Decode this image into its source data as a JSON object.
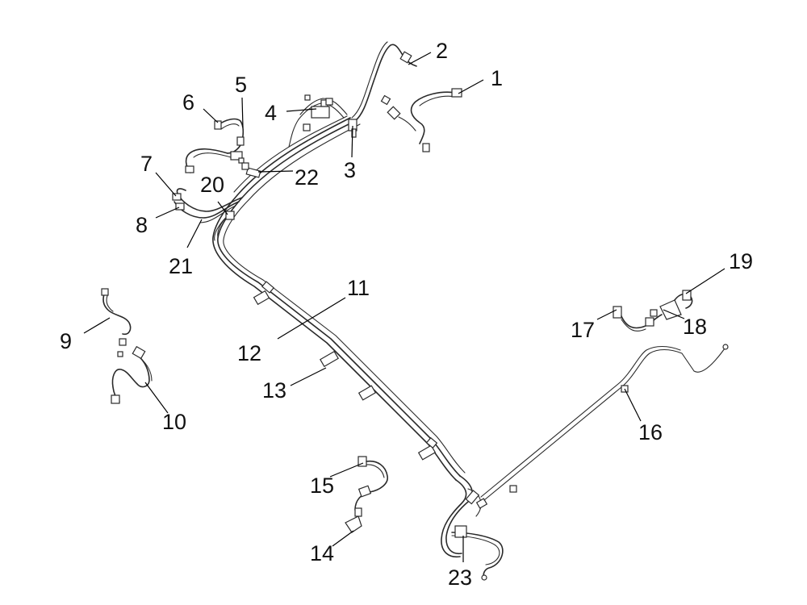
{
  "callouts": [
    {
      "id": "1",
      "label": "1"
    },
    {
      "id": "2",
      "label": "2"
    },
    {
      "id": "3",
      "label": "3"
    },
    {
      "id": "4",
      "label": "4"
    },
    {
      "id": "5",
      "label": "5"
    },
    {
      "id": "6",
      "label": "6"
    },
    {
      "id": "7",
      "label": "7"
    },
    {
      "id": "8",
      "label": "8"
    },
    {
      "id": "9",
      "label": "9"
    },
    {
      "id": "10",
      "label": "10"
    },
    {
      "id": "11",
      "label": "11"
    },
    {
      "id": "12",
      "label": "12"
    },
    {
      "id": "13",
      "label": "13"
    },
    {
      "id": "14",
      "label": "14"
    },
    {
      "id": "15",
      "label": "15"
    },
    {
      "id": "16",
      "label": "16"
    },
    {
      "id": "17",
      "label": "17"
    },
    {
      "id": "18",
      "label": "18"
    },
    {
      "id": "19",
      "label": "19"
    },
    {
      "id": "20",
      "label": "20"
    },
    {
      "id": "21",
      "label": "21"
    },
    {
      "id": "22",
      "label": "22"
    },
    {
      "id": "23",
      "label": "23"
    }
  ],
  "colors": {
    "ink": "#2a2a2a",
    "background": "#ffffff"
  }
}
